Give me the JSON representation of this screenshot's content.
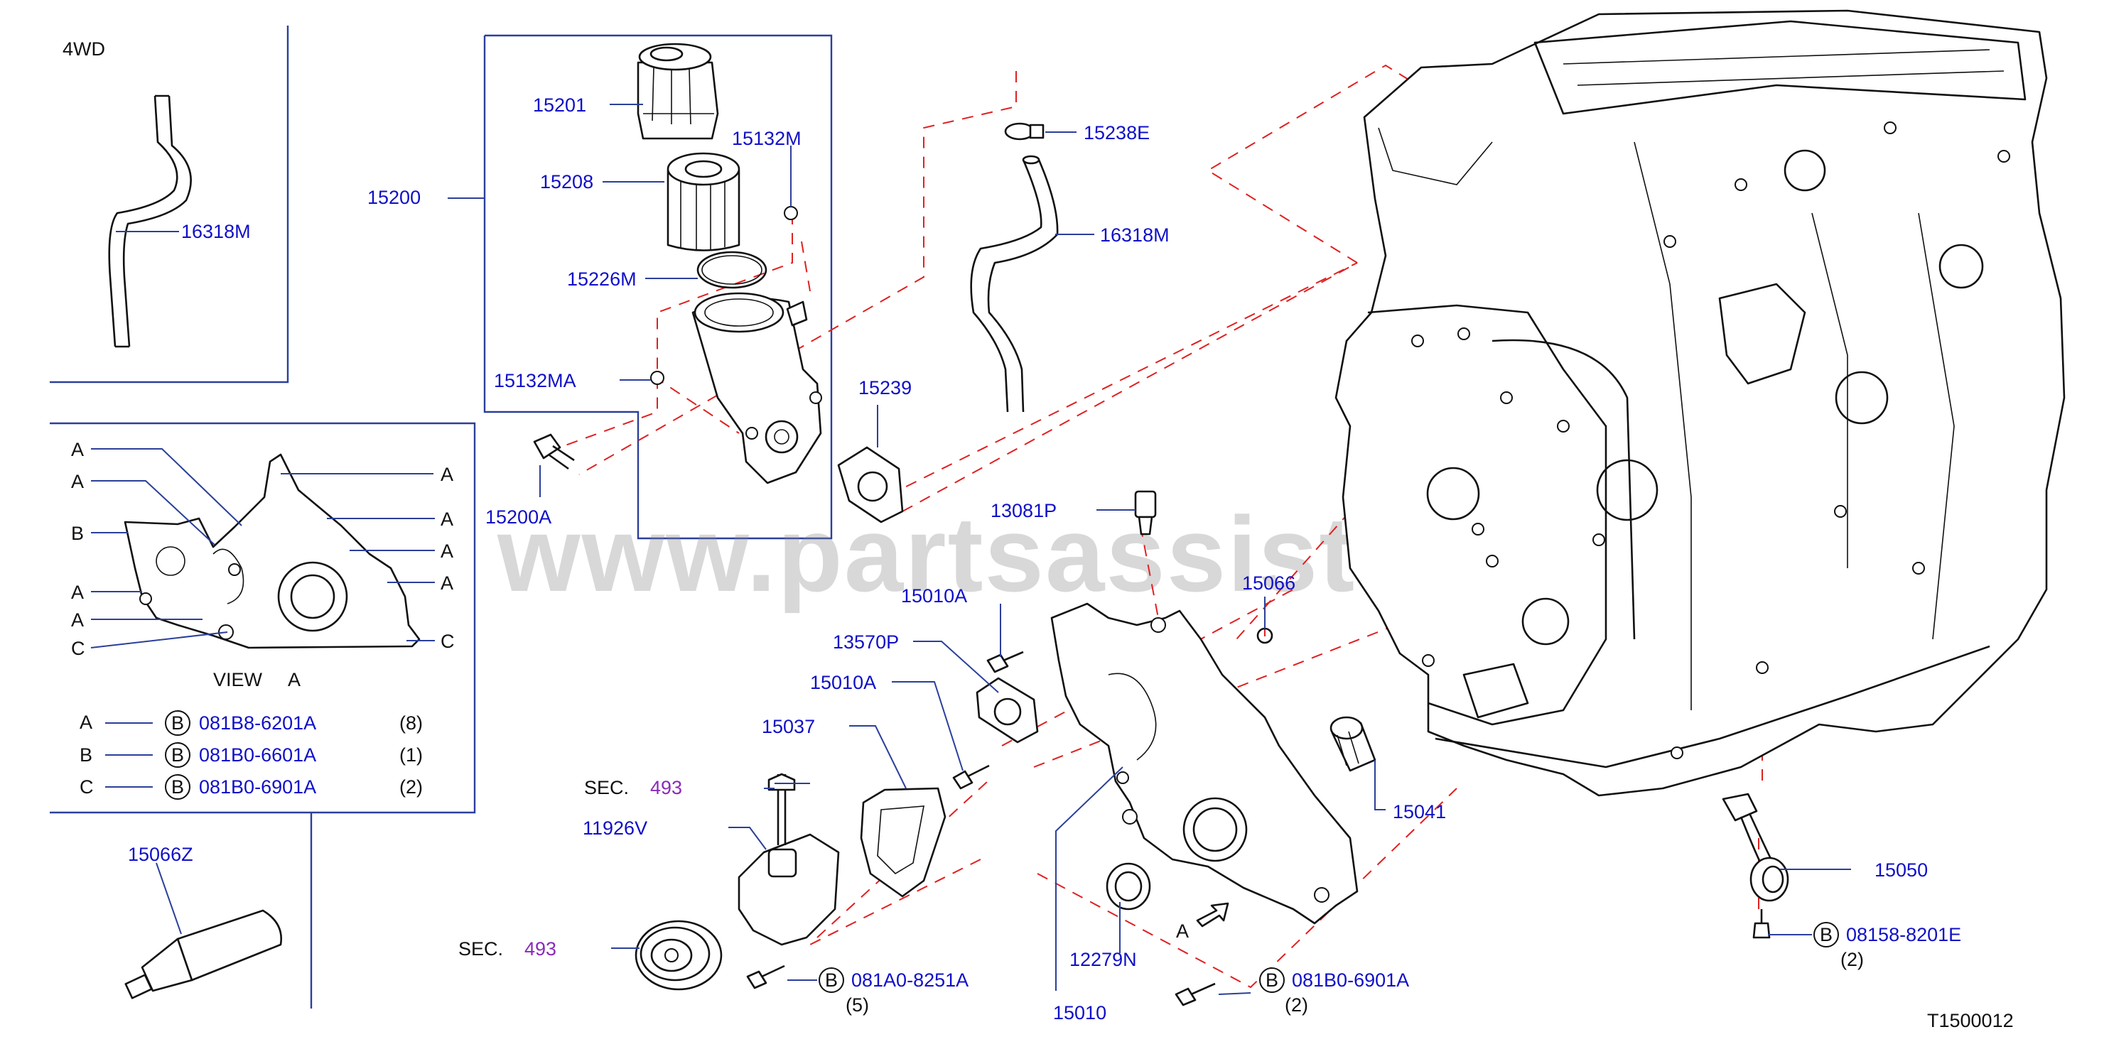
{
  "variant_label": "4WD",
  "diagram_id": "T1500012",
  "watermark": "www.partsassistant.com",
  "view": {
    "title": "VIEW",
    "letter": "A"
  },
  "callouts": {
    "p16318M_left": "16318M",
    "p15200": "15200",
    "p15201": "15201",
    "p15208": "15208",
    "p15132M": "15132M",
    "p15226M": "15226M",
    "p15132MA": "15132MA",
    "p15200A": "15200A",
    "p15238E": "15238E",
    "p16318M_right": "16318M",
    "p15239": "15239",
    "p13081P": "13081P",
    "p15010A_top": "15010A",
    "p15066": "15066",
    "p13570P": "13570P",
    "p15010A_mid": "15010A",
    "p15037": "15037",
    "p11926V": "11926V",
    "p15041": "15041",
    "p15050": "15050",
    "p15066Z": "15066Z",
    "p12279N": "12279N",
    "p15010": "15010",
    "arrow_A": "A"
  },
  "section_refs": [
    {
      "prefix": "SEC.",
      "number": "493"
    },
    {
      "prefix": "SEC.",
      "number": "493"
    }
  ],
  "bolts": [
    {
      "marker": "B",
      "part": "081A0-8251A",
      "qty": "(5)"
    },
    {
      "marker": "B",
      "part": "081B0-6901A",
      "qty": "(2)"
    },
    {
      "marker": "B",
      "part": "08158-8201E",
      "qty": "(2)"
    }
  ],
  "view_points": {
    "left": [
      "A",
      "A",
      "B",
      "A",
      "A",
      "C"
    ],
    "right": [
      "A",
      "A",
      "A",
      "A",
      "C"
    ]
  },
  "legend": [
    {
      "letter": "A",
      "marker": "B",
      "part": "081B8-6201A",
      "qty": "(8)"
    },
    {
      "letter": "B",
      "marker": "B",
      "part": "081B0-6601A",
      "qty": "(1)"
    },
    {
      "letter": "C",
      "marker": "B",
      "part": "081B0-6901A",
      "qty": "(2)"
    }
  ],
  "colors": {
    "part_number": "#1010c8",
    "section_number": "#8a2bb8",
    "leader_line": "#2b3f9a",
    "dashed_line": "#e02020",
    "watermark": "#8a8a8a"
  }
}
